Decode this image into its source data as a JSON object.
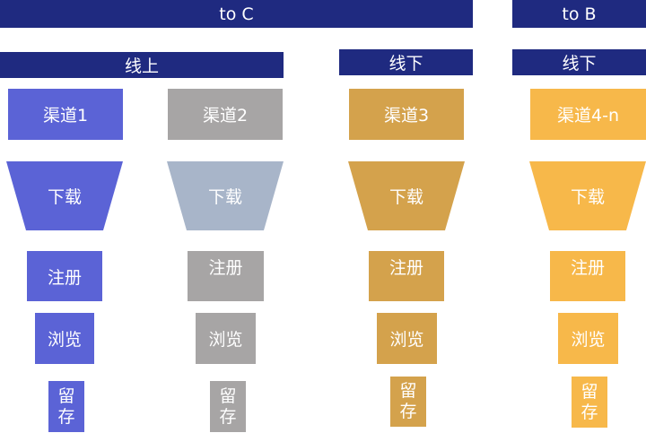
{
  "headers": {
    "to_c": "to C",
    "to_b": "to B",
    "online": "线上",
    "offline_1": "线下",
    "offline_2": "线下"
  },
  "columns": [
    {
      "channel": "渠道1",
      "color": "#5b63d6",
      "trap_color": "#5b63d6",
      "download": "下载",
      "register": "注册",
      "browse": "浏览",
      "retain_1": "留",
      "retain_2": "存"
    },
    {
      "channel": "渠道2",
      "color": "#a7a5a5",
      "trap_color": "#a8b5c9",
      "download": "下载",
      "register": "注册",
      "browse": "浏览",
      "retain_1": "留",
      "retain_2": "存"
    },
    {
      "channel": "渠道3",
      "color": "#d4a24c",
      "trap_color": "#d4a24c",
      "download": "下载",
      "register": "注册",
      "browse": "浏览",
      "retain_1": "留",
      "retain_2": "存"
    },
    {
      "channel": "渠道4-n",
      "color": "#f7b84a",
      "trap_color": "#f7b84a",
      "download": "下载",
      "register": "注册",
      "browse": "浏览",
      "retain_1": "留",
      "retain_2": "存"
    }
  ]
}
